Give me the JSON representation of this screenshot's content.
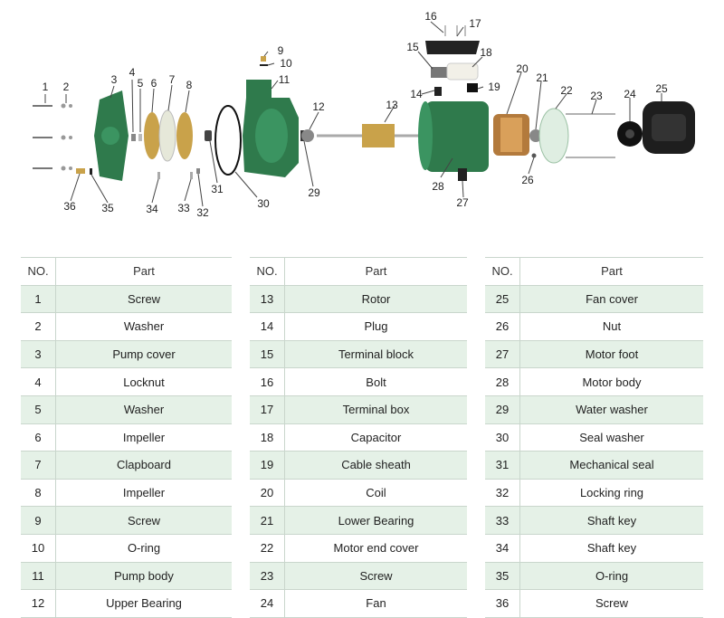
{
  "tables": [
    {
      "header": {
        "no": "NO.",
        "part": "Part"
      },
      "rows": [
        {
          "no": "1",
          "part": "Screw"
        },
        {
          "no": "2",
          "part": "Washer"
        },
        {
          "no": "3",
          "part": "Pump cover"
        },
        {
          "no": "4",
          "part": "Locknut"
        },
        {
          "no": "5",
          "part": "Washer"
        },
        {
          "no": "6",
          "part": "Impeller"
        },
        {
          "no": "7",
          "part": "Clapboard"
        },
        {
          "no": "8",
          "part": "Impeller"
        },
        {
          "no": "9",
          "part": "Screw"
        },
        {
          "no": "10",
          "part": "O-ring"
        },
        {
          "no": "11",
          "part": "Pump body"
        },
        {
          "no": "12",
          "part": "Upper Bearing"
        }
      ]
    },
    {
      "header": {
        "no": "NO.",
        "part": "Part"
      },
      "rows": [
        {
          "no": "13",
          "part": "Rotor"
        },
        {
          "no": "14",
          "part": "Plug"
        },
        {
          "no": "15",
          "part": "Terminal block"
        },
        {
          "no": "16",
          "part": "Bolt"
        },
        {
          "no": "17",
          "part": "Terminal box"
        },
        {
          "no": "18",
          "part": "Capacitor"
        },
        {
          "no": "19",
          "part": "Cable sheath"
        },
        {
          "no": "20",
          "part": "Coil"
        },
        {
          "no": "21",
          "part": "Lower Bearing"
        },
        {
          "no": "22",
          "part": "Motor end cover"
        },
        {
          "no": "23",
          "part": "Screw"
        },
        {
          "no": "24",
          "part": "Fan"
        }
      ]
    },
    {
      "header": {
        "no": "NO.",
        "part": "Part"
      },
      "rows": [
        {
          "no": "25",
          "part": "Fan cover"
        },
        {
          "no": "26",
          "part": "Nut"
        },
        {
          "no": "27",
          "part": "Motor foot"
        },
        {
          "no": "28",
          "part": "Motor body"
        },
        {
          "no": "29",
          "part": "Water washer"
        },
        {
          "no": "30",
          "part": "Seal washer"
        },
        {
          "no": "31",
          "part": "Mechanical seal"
        },
        {
          "no": "32",
          "part": "Locking ring"
        },
        {
          "no": "33",
          "part": "Shaft key"
        },
        {
          "no": "34",
          "part": "Shaft key"
        },
        {
          "no": "35",
          "part": "O-ring"
        },
        {
          "no": "36",
          "part": "Screw"
        }
      ]
    }
  ],
  "diagram": {
    "callouts": [
      "1",
      "2",
      "3",
      "4",
      "5",
      "6",
      "7",
      "8",
      "9",
      "10",
      "11",
      "12",
      "13",
      "14",
      "15",
      "16",
      "17",
      "18",
      "19",
      "20",
      "21",
      "22",
      "23",
      "24",
      "25",
      "26",
      "27",
      "28",
      "29",
      "30",
      "31",
      "32",
      "33",
      "34",
      "35",
      "36"
    ],
    "colors": {
      "body_green": "#2f7a4c",
      "brass": "#c9a24a",
      "motor_dark": "#1e1e1e",
      "bg_row": "#e5f1e7"
    }
  }
}
